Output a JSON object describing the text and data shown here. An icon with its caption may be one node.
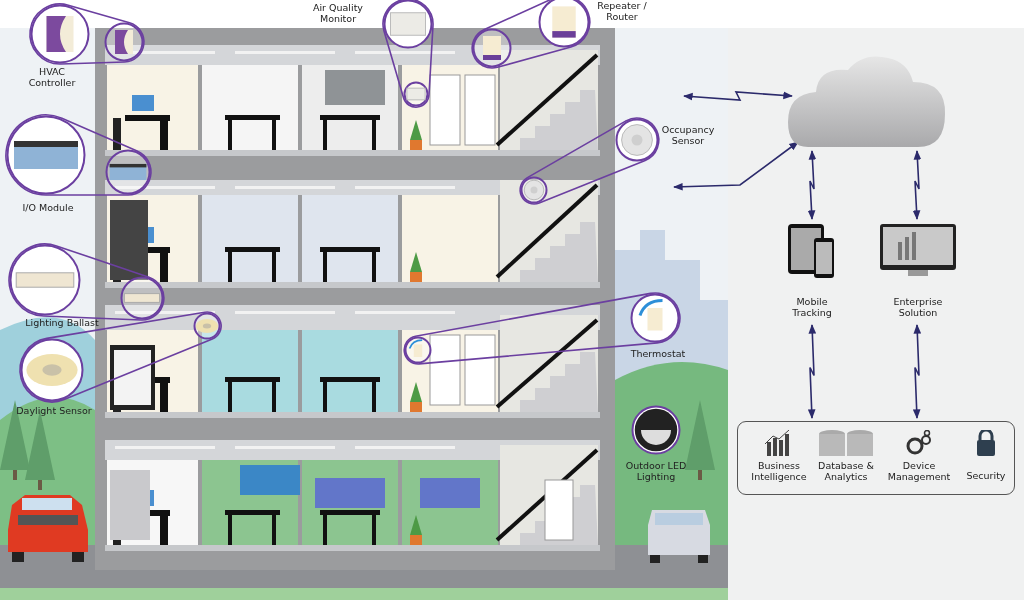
{
  "diagram": {
    "nodes": [
      {
        "text": [
          "HVAC Controller"
        ]
      },
      {
        "text": [],
        "shape": "circle"
      },
      {
        "text": [
          "Air Quality Monitor"
        ]
      },
      {
        "text": [],
        "shape": "circle"
      },
      {
        "text": [
          "Repeater / Router"
        ]
      },
      {
        "text": [],
        "shape": "circle"
      },
      {
        "text": [
          "I/O Module"
        ]
      },
      {
        "text": [],
        "shape": "circle"
      },
      {
        "text": [
          "Occupancy Sensor"
        ]
      },
      {
        "text": [],
        "shape": "circle"
      },
      {
        "text": [
          "Lighting Ballast"
        ]
      },
      {
        "text": [],
        "shape": "circle"
      },
      {
        "text": [
          "Daylight Sensor"
        ]
      },
      {
        "text": [],
        "shape": "circle"
      },
      {
        "text": [
          "Thermostat"
        ]
      },
      {
        "text": [],
        "shape": "circle"
      },
      {
        "text": [
          "Outdoor LED Lighting"
        ]
      },
      {
        "text": [],
        "shape": "cloud"
      },
      {
        "text": [
          "Mobile Tracking"
        ]
      },
      {
        "text": [
          "Enterprise Solution"
        ]
      },
      {
        "text": [],
        "shape": "box"
      },
      {
        "text": [
          "Business Intelligence"
        ],
        "in": 20
      },
      {
        "text": [
          "Database & Analytics"
        ],
        "in": 20
      },
      {
        "text": [
          "Device Management"
        ],
        "in": 20
      },
      {
        "text": [
          "Security"
        ],
        "in": 20
      }
    ],
    "edges": [
      {
        "from": 0,
        "to": 1,
        "arrow": "none"
      },
      {
        "from": 2,
        "to": 3,
        "arrow": "none"
      },
      {
        "from": 4,
        "to": 5,
        "arrow": "none"
      },
      {
        "from": 6,
        "to": 7,
        "arrow": "none"
      },
      {
        "from": 8,
        "to": 9,
        "arrow": "none"
      },
      {
        "from": 10,
        "to": 11,
        "arrow": "none"
      },
      {
        "from": 12,
        "to": 13,
        "arrow": "none"
      },
      {
        "from": 14,
        "to": 15,
        "arrow": "none"
      },
      {
        "from": null,
        "to": 17,
        "arrow": "both",
        "color": "#2b2a6b"
      },
      {
        "from": null,
        "to": 17,
        "arrow": "both",
        "color": "#2b2a6b"
      },
      {
        "from": 17,
        "to": 18,
        "arrow": "both",
        "color": "#2b2a6b"
      },
      {
        "from": 17,
        "to": 19,
        "arrow": "both",
        "color": "#2b2a6b"
      },
      {
        "from": 18,
        "to": 20,
        "arrow": "both",
        "color": "#2b2a6b"
      },
      {
        "from": 19,
        "to": 20,
        "arrow": "both",
        "color": "#2b2a6b"
      }
    ]
  }
}
